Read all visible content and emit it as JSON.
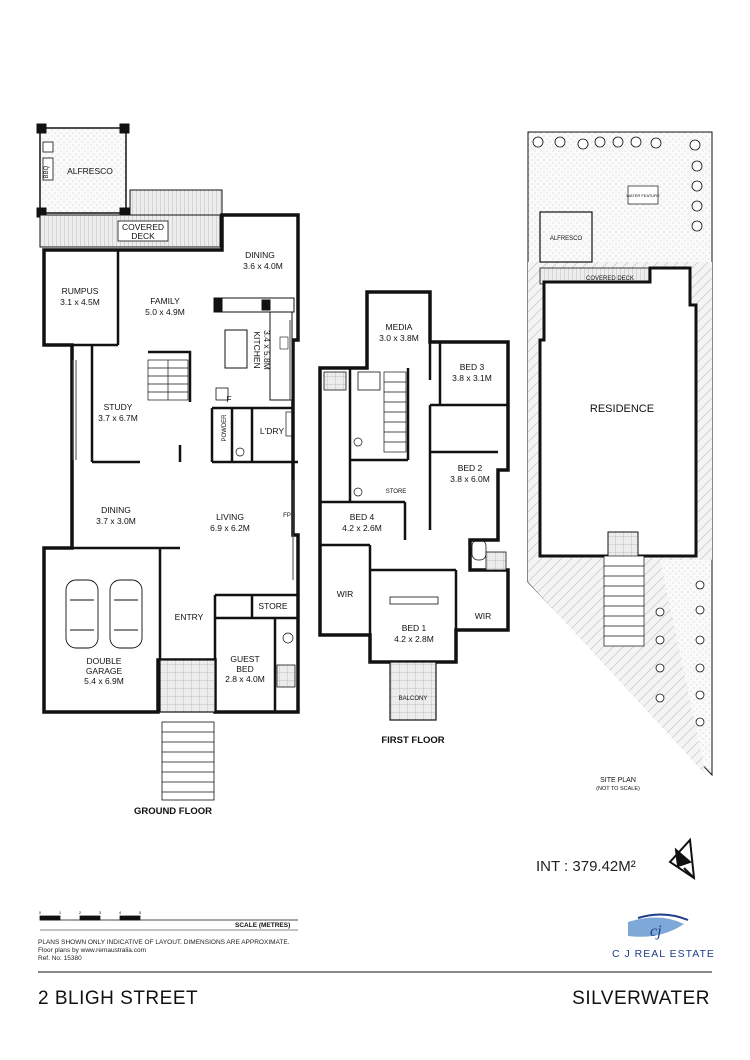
{
  "ground_floor": {
    "title": "GROUND FLOOR",
    "rooms": {
      "alfresco": "ALFRESCO",
      "bbq": "BBQ",
      "covered_deck_1": "COVERED",
      "covered_deck_2": "DECK",
      "dining_top": "DINING",
      "dining_top_size": "3.6 x 4.0M",
      "rumpus": "RUMPUS",
      "rumpus_size": "3.1 x 4.5M",
      "family": "FAMILY",
      "family_size": "5.0 x 4.9M",
      "kitchen": "KITCHEN",
      "kitchen_size": "3.4 x 5.8M",
      "study": "STUDY",
      "study_size": "3.7 x 6.7M",
      "fridge": "F",
      "powder": "POWDER",
      "laundry": "L'DRY",
      "dining": "DINING",
      "dining_size": "3.7 x 3.0M",
      "living": "LIVING",
      "living_size": "6.9 x 6.2M",
      "fireplace": "FP",
      "garage_1": "DOUBLE",
      "garage_2": "GARAGE",
      "garage_size": "5.4 x 6.9M",
      "entry": "ENTRY",
      "store": "STORE",
      "guest_1": "GUEST",
      "guest_2": "BED",
      "guest_size": "2.8 x 4.0M"
    }
  },
  "first_floor": {
    "title": "FIRST FLOOR",
    "rooms": {
      "media": "MEDIA",
      "media_size": "3.0 x 3.8M",
      "bed3": "BED 3",
      "bed3_size": "3.8 x 3.1M",
      "bed2": "BED 2",
      "bed2_size": "3.8 x 6.0M",
      "store": "STORE",
      "bed4": "BED 4",
      "bed4_size": "4.2 x 2.6M",
      "wir_left": "WIR",
      "wir_right": "WIR",
      "bed1": "BED 1",
      "bed1_size": "4.2 x 2.8M",
      "balcony": "BALCONY"
    }
  },
  "site_plan": {
    "title": "SITE PLAN",
    "subtitle": "(NOT TO SCALE)",
    "residence": "RESIDENCE",
    "alfresco": "ALFRESCO",
    "covered_deck": "COVERED DECK",
    "water_feature": "WATER FEATURE"
  },
  "scale": {
    "label": "SCALE (METRES)",
    "ticks": [
      "0",
      "1",
      "2",
      "3",
      "4",
      "5"
    ]
  },
  "disclaimer": {
    "line1": "PLANS SHOWN ONLY INDICATIVE OF LAYOUT.  DIMENSIONS ARE APPROXIMATE.",
    "line2": "Floor plans by www.remaustralia.com",
    "line3": "Ref. No: 15380"
  },
  "internal_area": "INT : 379.42M²",
  "brand": {
    "name": "C J REAL ESTATE",
    "logo_letters": "cj",
    "primary_color": "#1f3c8a",
    "accent_color": "#7ea8d8"
  },
  "address": {
    "street": "2 BLIGH STREET",
    "suburb": "SILVERWATER"
  }
}
